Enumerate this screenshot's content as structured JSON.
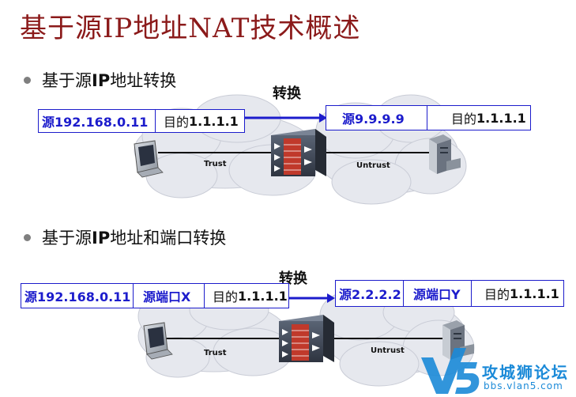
{
  "title": "基于源IP地址NAT技术概述",
  "section1": {
    "bullet_prefix": "基于源",
    "bullet_bold": "IP",
    "bullet_suffix": "地址转换",
    "convert_label": "转换",
    "packet_before": {
      "src": "源192.168.0.11",
      "dst_prefix": "目的",
      "dst_ip": "1.1.1.1"
    },
    "packet_after": {
      "src": "源9.9.9.9",
      "dst_prefix": "目的",
      "dst_ip": "1.1.1.1"
    },
    "trust_label": "Trust",
    "untrust_label": "Untrust"
  },
  "section2": {
    "bullet_prefix": "基于源",
    "bullet_bold": "IP",
    "bullet_suffix": "地址和端口转换",
    "convert_label": "转换",
    "packet_before": {
      "src": "源192.168.0.11",
      "src_port": "源端口X",
      "dst_prefix": "目的",
      "dst_ip": "1.1.1.1"
    },
    "packet_after": {
      "src": "源2.2.2.2",
      "src_port": "源端口Y",
      "dst_prefix": "目的",
      "dst_ip": "1.1.1.1"
    },
    "trust_label": "Trust",
    "untrust_label": "Untrust"
  },
  "watermark": {
    "name": "攻城狮论坛",
    "url": "bbs.vlan5.com"
  },
  "colors": {
    "title": "#8b1a1a",
    "packet_blue": "#1c1ccc",
    "cloud": "#e6e8ee",
    "firewall_red": "#c0392b",
    "watermark": "#1b8ad8"
  }
}
